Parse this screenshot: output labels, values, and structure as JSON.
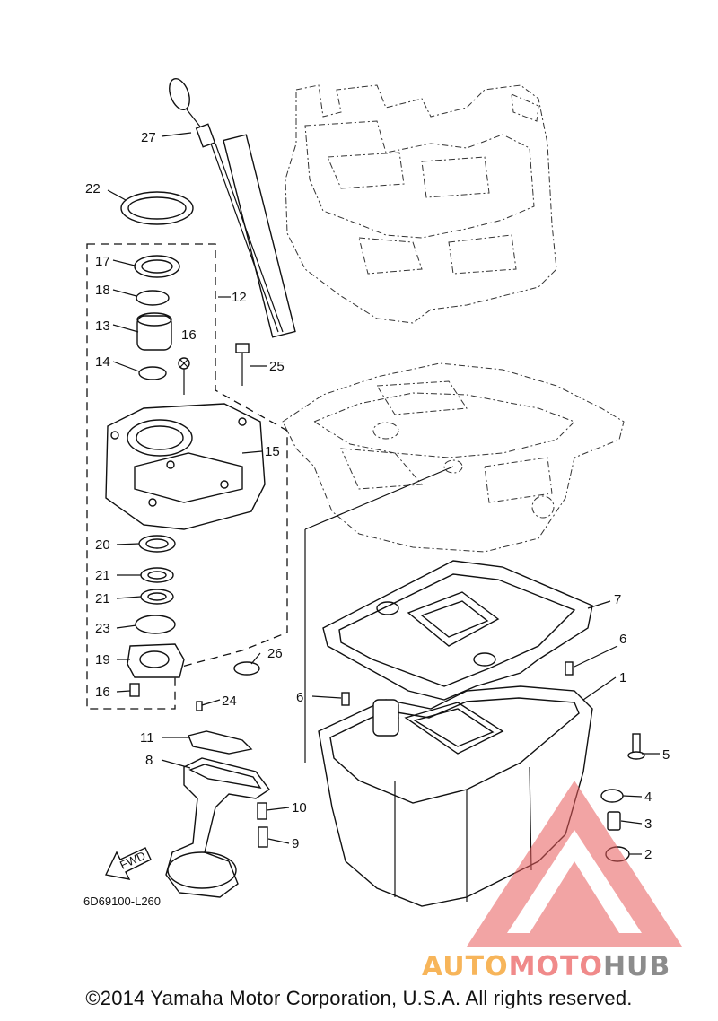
{
  "diagram": {
    "callouts": [
      "1",
      "2",
      "3",
      "4",
      "5",
      "6",
      "6",
      "7",
      "8",
      "9",
      "10",
      "11",
      "12",
      "13",
      "14",
      "15",
      "16",
      "16",
      "17",
      "18",
      "19",
      "20",
      "21",
      "21",
      "22",
      "23",
      "24",
      "25",
      "26",
      "27"
    ],
    "fwd_label": "FWD",
    "drawing_code": "6D69100-L260"
  },
  "copyright": "©2014 Yamaha Motor Corporation, U.S.A. All rights reserved.",
  "watermark": {
    "part1": "AUTO",
    "part2": "MOTO",
    "part3": "HUB"
  },
  "colors": {
    "line": "#111111",
    "watermark_red": "#e85a5a",
    "watermark_orange": "#f7b55a",
    "watermark_gray": "#8c8c8c"
  }
}
